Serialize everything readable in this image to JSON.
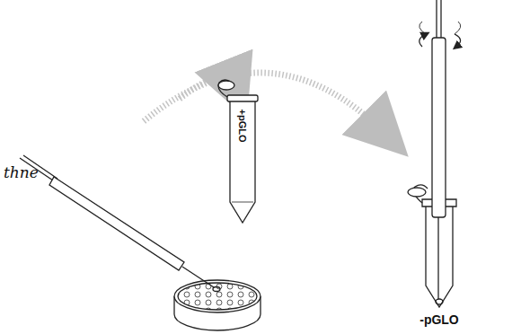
{
  "diagram": {
    "labels": [
      "thne",
      "+pGLO",
      "-pGLO"
    ]
  }
}
